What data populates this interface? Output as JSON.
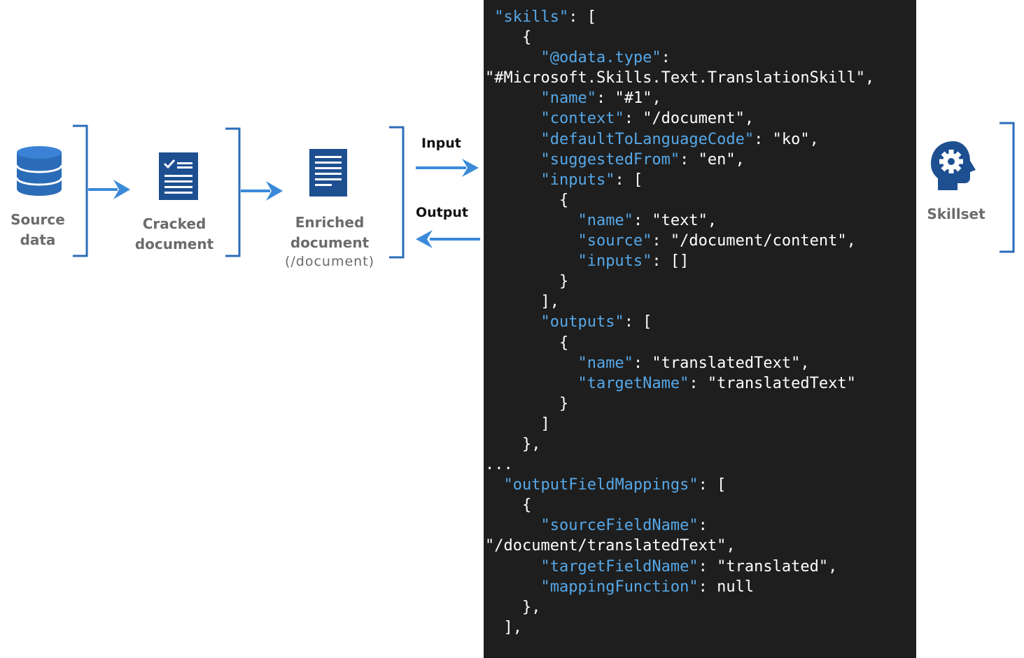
{
  "pipeline": {
    "source": {
      "line1": "Source",
      "line2": "data"
    },
    "cracked": {
      "line1": "Cracked",
      "line2": "document"
    },
    "enriched": {
      "line1": "Enriched",
      "line2": "document",
      "line3": "(/document)"
    },
    "input_label": "Input",
    "output_label": "Output",
    "skillset_label": "Skillset"
  },
  "icons": [
    "database-icon",
    "checklist-document-icon",
    "document-icon",
    "gear-head-icon"
  ],
  "colors": {
    "accent": "#2b6cb8",
    "arrow": "#3b8ad9",
    "icon_dark": "#1d4f91",
    "code_bg": "#1e1e1e",
    "code_key": "#56a8e8",
    "code_text": "#ffffff",
    "label_gray": "#6b6b6b"
  },
  "code_lines": [
    [
      {
        "t": " "
      },
      {
        "k": "\"skills\""
      },
      {
        "t": ": ["
      }
    ],
    [
      {
        "t": "    {"
      }
    ],
    [
      {
        "t": "      "
      },
      {
        "k": "\"@odata.type\""
      },
      {
        "t": ":"
      }
    ],
    [
      {
        "t": "\"#Microsoft.Skills.Text.TranslationSkill\","
      }
    ],
    [
      {
        "t": "      "
      },
      {
        "k": "\"name\""
      },
      {
        "t": ": \"#1\","
      }
    ],
    [
      {
        "t": "      "
      },
      {
        "k": "\"context\""
      },
      {
        "t": ": \"/document\","
      }
    ],
    [
      {
        "t": "      "
      },
      {
        "k": "\"defaultToLanguageCode\""
      },
      {
        "t": ": \"ko\","
      }
    ],
    [
      {
        "t": "      "
      },
      {
        "k": "\"suggestedFrom\""
      },
      {
        "t": ": \"en\","
      }
    ],
    [
      {
        "t": "      "
      },
      {
        "k": "\"inputs\""
      },
      {
        "t": ": ["
      }
    ],
    [
      {
        "t": "        {"
      }
    ],
    [
      {
        "t": "          "
      },
      {
        "k": "\"name\""
      },
      {
        "t": ": \"text\","
      }
    ],
    [
      {
        "t": "          "
      },
      {
        "k": "\"source\""
      },
      {
        "t": ": \"/document/content\","
      }
    ],
    [
      {
        "t": "          "
      },
      {
        "k": "\"inputs\""
      },
      {
        "t": ": []"
      }
    ],
    [
      {
        "t": "        }"
      }
    ],
    [
      {
        "t": "      ],"
      }
    ],
    [
      {
        "t": "      "
      },
      {
        "k": "\"outputs\""
      },
      {
        "t": ": ["
      }
    ],
    [
      {
        "t": "        {"
      }
    ],
    [
      {
        "t": "          "
      },
      {
        "k": "\"name\""
      },
      {
        "t": ": \"translatedText\","
      }
    ],
    [
      {
        "t": "          "
      },
      {
        "k": "\"targetName\""
      },
      {
        "t": ": \"translatedText\""
      }
    ],
    [
      {
        "t": "        }"
      }
    ],
    [
      {
        "t": "      ]"
      }
    ],
    [
      {
        "t": "    },"
      }
    ],
    [
      {
        "t": "..."
      }
    ],
    [
      {
        "t": "  "
      },
      {
        "k": "\"outputFieldMappings\""
      },
      {
        "t": ": ["
      }
    ],
    [
      {
        "t": "    {"
      }
    ],
    [
      {
        "t": "      "
      },
      {
        "k": "\"sourceFieldName\""
      },
      {
        "t": ":"
      }
    ],
    [
      {
        "t": "\"/document/translatedText\","
      }
    ],
    [
      {
        "t": "      "
      },
      {
        "k": "\"targetFieldName\""
      },
      {
        "t": ": \"translated\","
      }
    ],
    [
      {
        "t": "      "
      },
      {
        "k": "\"mappingFunction\""
      },
      {
        "t": ": null"
      }
    ],
    [
      {
        "t": "    },"
      }
    ],
    [
      {
        "t": "  ],"
      }
    ]
  ]
}
